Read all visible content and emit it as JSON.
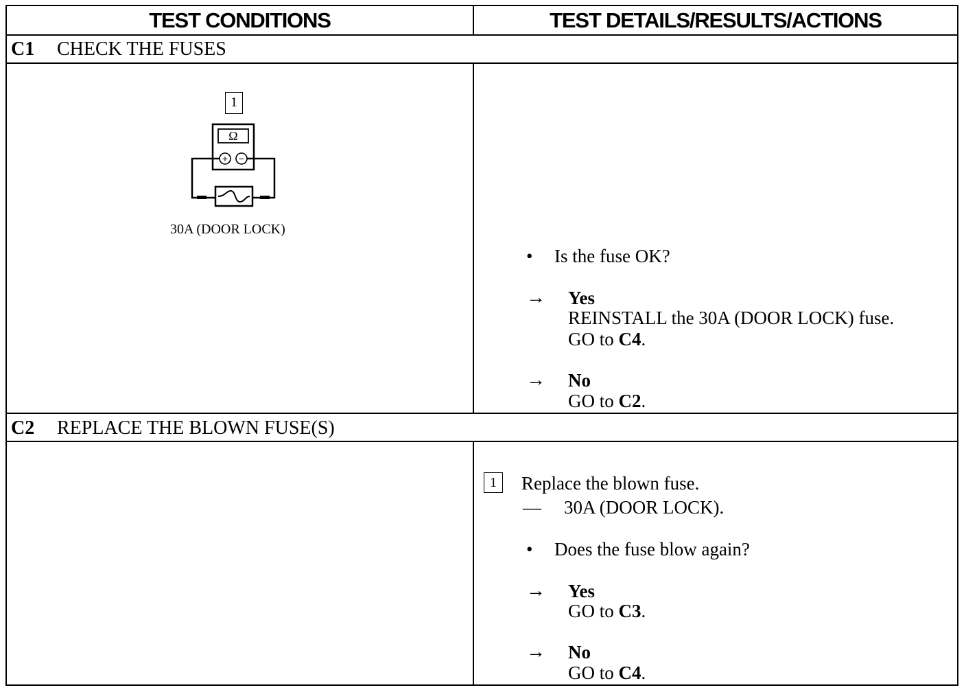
{
  "header": {
    "left": "TEST CONDITIONS",
    "right": "TEST DETAILS/RESULTS/ACTIONS"
  },
  "c1": {
    "code": "C1",
    "title": "CHECK THE FUSES",
    "figure": {
      "step_number": "1",
      "meter_symbol": "Ω",
      "plus_symbol": "+",
      "minus_symbol": "−",
      "caption": "30A (DOOR LOCK)"
    },
    "question": "Is the fuse OK?",
    "yes": {
      "label": "Yes",
      "line1": "REINSTALL the 30A (DOOR LOCK) fuse.",
      "go_prefix": "GO to ",
      "go_target": "C4",
      "go_suffix": "."
    },
    "no": {
      "label": "No",
      "go_prefix": "GO to ",
      "go_target": "C2",
      "go_suffix": "."
    }
  },
  "c2": {
    "code": "C2",
    "title": "REPLACE THE BLOWN FUSE(S)",
    "step_number": "1",
    "step_text": "Replace the blown fuse.",
    "dash": "—",
    "sub_item": "30A (DOOR LOCK).",
    "question": "Does the fuse blow again?",
    "yes": {
      "label": "Yes",
      "go_prefix": "GO to ",
      "go_target": "C3",
      "go_suffix": "."
    },
    "no": {
      "label": "No",
      "go_prefix": "GO to ",
      "go_target": "C4",
      "go_suffix": "."
    }
  },
  "symbols": {
    "bullet": "•",
    "arrow": "→"
  }
}
